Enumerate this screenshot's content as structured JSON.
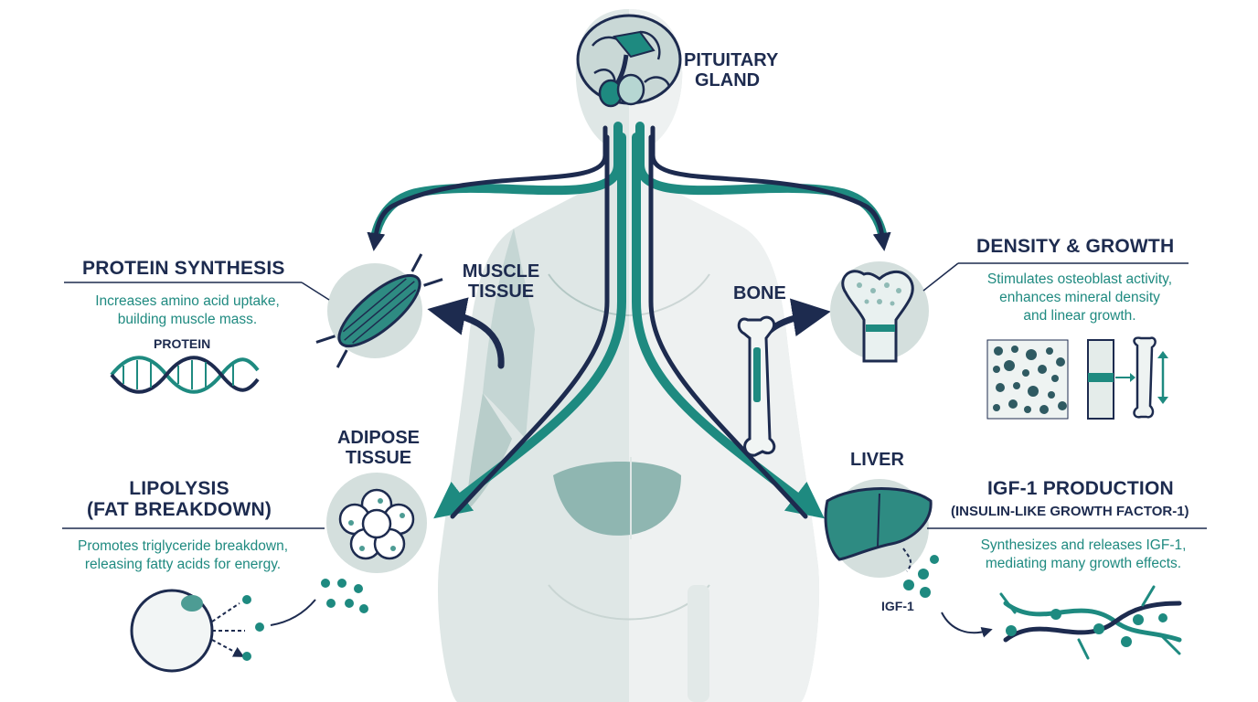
{
  "colors": {
    "teal": "#1e8a80",
    "navy": "#1d2b4f",
    "body_light": "#dfe7e6",
    "body_mid": "#c5d6d4",
    "organ_fill": "#4d9c94",
    "desc_text": "#1f8a80"
  },
  "pituitary": {
    "label_line1": "PITUITARY",
    "label_line2": "GLAND"
  },
  "muscle": {
    "organ_line1": "MUSCLE",
    "organ_line2": "TISSUE",
    "heading": "PROTEIN SYNTHESIS",
    "desc_line1": "Increases amino acid uptake,",
    "desc_line2": "building muscle mass.",
    "protein_label": "PROTEIN"
  },
  "bone": {
    "organ": "BONE",
    "heading": "DENSITY & GROWTH",
    "desc_line1": "Stimulates osteoblast activity,",
    "desc_line2": "enhances mineral density",
    "desc_line3": "and linear growth."
  },
  "adipose": {
    "organ_line1": "ADIPOSE",
    "organ_line2": "TISSUE",
    "heading_line1": "LIPOLYSIS",
    "heading_line2": "(FAT BREAKDOWN)",
    "desc_line1": "Promotes triglyceride breakdown,",
    "desc_line2": "releasing fatty acids for energy."
  },
  "liver": {
    "organ": "LIVER",
    "heading": "IGF-1 PRODUCTION",
    "subheading": "(INSULIN-LIKE GROWTH FACTOR-1)",
    "desc_line1": "Synthesizes and releases IGF-1,",
    "desc_line2": "mediating many growth effects.",
    "igf_label": "IGF-1"
  },
  "icons": [
    "brain-icon",
    "muscle-icon",
    "dna-icon",
    "bone-icon",
    "femur-icon",
    "fat-cells-icon",
    "fat-cell-icon",
    "liver-icon",
    "igf-molecule-icon",
    "bone-texture-icon"
  ]
}
